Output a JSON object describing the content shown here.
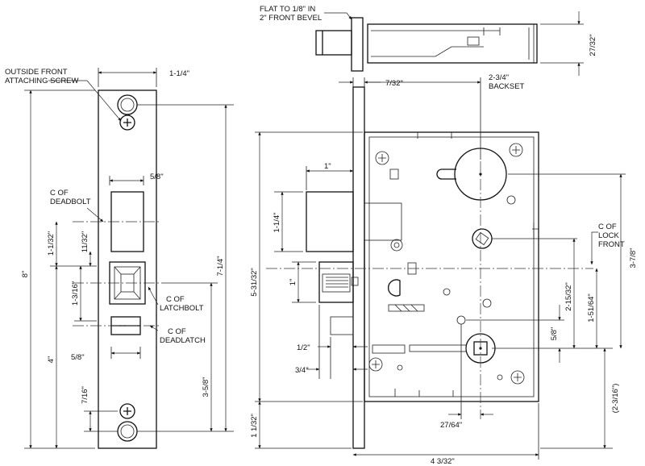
{
  "labels": {
    "outside_front_screw_1": "OUTSIDE FRONT",
    "outside_front_screw_2": "ATTACHING SCREW",
    "flat_bevel_1": "FLAT TO 1/8\" IN",
    "flat_bevel_2": "2\" FRONT BEVEL",
    "backset_1": "2-3/4\"",
    "backset_2": "BACKSET",
    "cl_deadbolt_1": "C OF",
    "cl_deadbolt_2": "DEADBOLT",
    "cl_latchbolt_1": "C OF",
    "cl_latchbolt_2": "LATCHBOLT",
    "cl_deadlatch_1": "C OF",
    "cl_deadlatch_2": "DEADLATCH",
    "cl_lockfront_1": "C OF",
    "cl_lockfront_2": "LOCK",
    "cl_lockfront_3": "FRONT"
  },
  "dimensions": {
    "front_width": "1-1/4\"",
    "deadbolt_width": "5/8\"",
    "dim_1_1_32": "1-1/32\"",
    "dim_11_32": "11/32\"",
    "dim_8": "8\"",
    "dim_7_1_4": "7-1/4\"",
    "dim_1_3_16": "1-3/16\"",
    "dim_4": "4\"",
    "latch_width": "5/8\"",
    "dim_3_5_8": "3-5/8\"",
    "dim_7_16": "7/16\"",
    "dim_27_32": "27/32\"",
    "dim_7_32": "7/32\"",
    "dim_1": "1\"",
    "dim_1_1_4": "1-1/4\"",
    "dim_5_31_32": "5-31/32\"",
    "dim_1_latch": "1\"",
    "dim_2_15_32": "2-15/32\"",
    "dim_1_51_64": "1-51/64\"",
    "dim_3_7_8": "3-7/8\"",
    "dim_5_8_v": "5/8\"",
    "dim_1_2": "1/2\"",
    "dim_3_4": "3/4\"",
    "dim_27_64": "27/64\"",
    "dim_2_3_16": "(2-3/16\")",
    "dim_1_1_32_b": "1 1/32\"",
    "dim_4_3_32": "4 3/32\""
  }
}
